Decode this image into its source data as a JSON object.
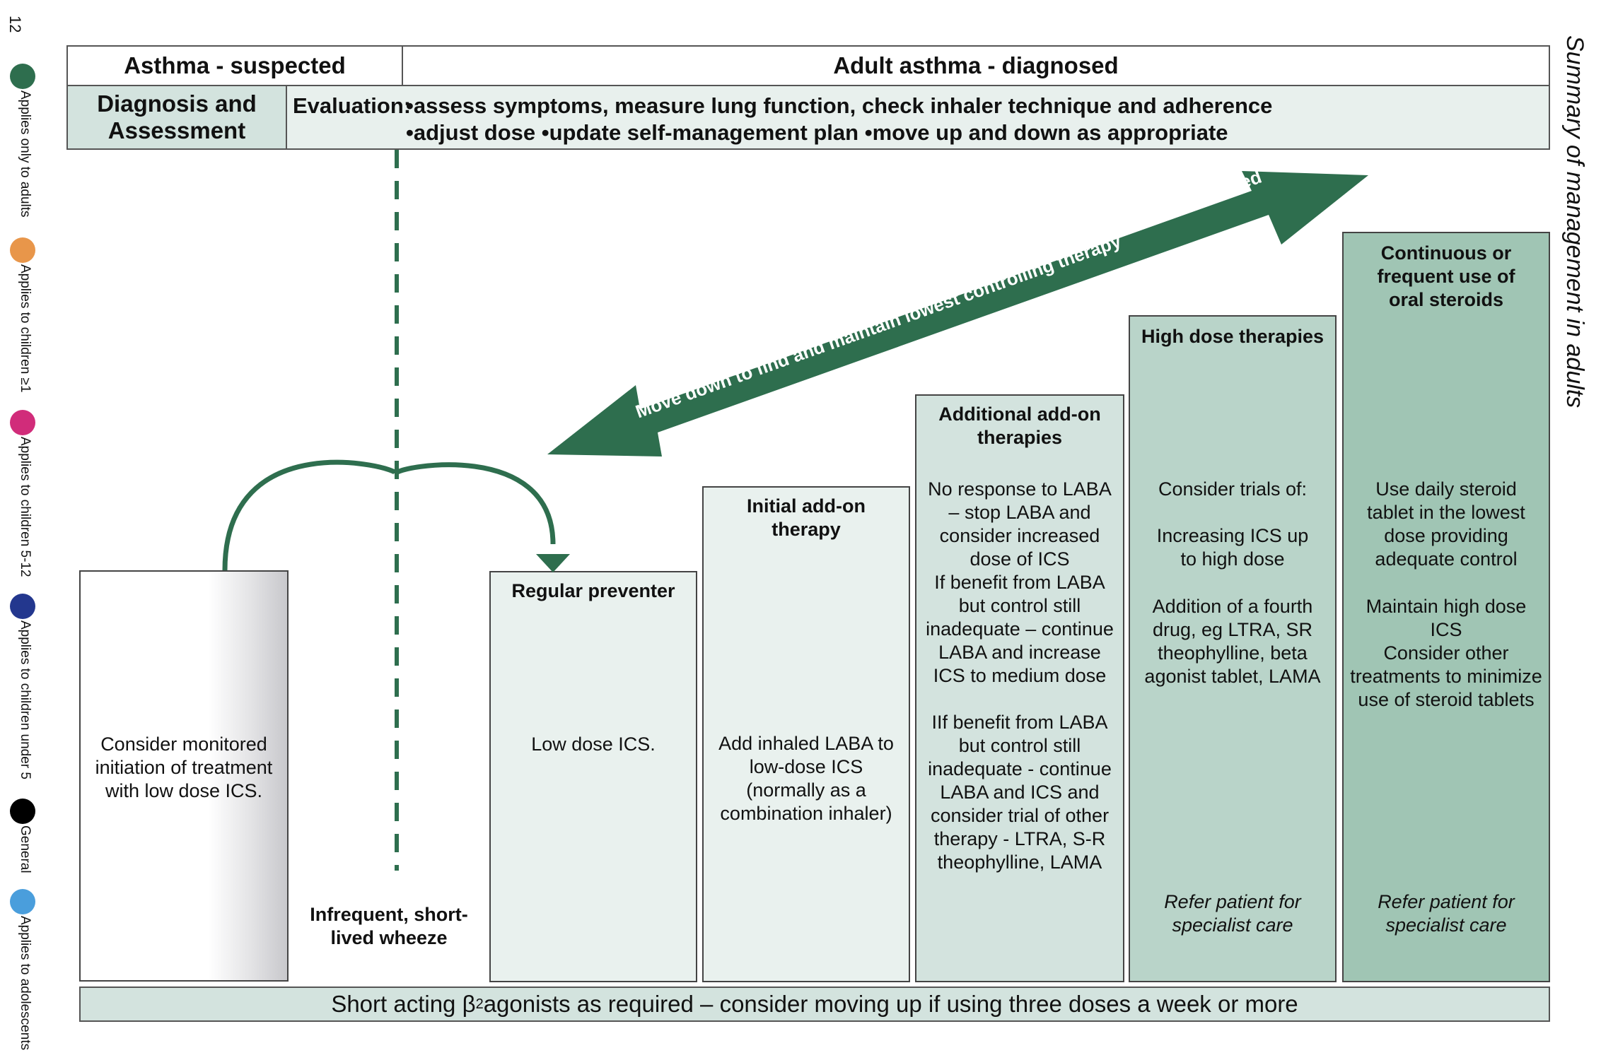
{
  "page_number": "12",
  "side_title": "Summary of management in adults",
  "legend": [
    {
      "label": "Applies only to adults",
      "color": "#2e6e4e",
      "icon": "green-dot-icon"
    },
    {
      "label": "Applies to children ≥1",
      "color": "#e8964a",
      "icon": "orange-dot-icon"
    },
    {
      "label": "Applies to children 5-12",
      "color": "#d12c7a",
      "icon": "pink-dot-icon"
    },
    {
      "label": "Applies to children under 5",
      "color": "#23378e",
      "icon": "navy-dot-icon"
    },
    {
      "label": "General",
      "color": "#000000",
      "icon": "black-dot-icon"
    },
    {
      "label": "Applies to adolescents",
      "color": "#4a9edc",
      "icon": "blue-dot-icon"
    }
  ],
  "header": {
    "suspected": "Asthma - suspected",
    "diagnosed": "Adult asthma - diagnosed",
    "diagnosis_assessment": "Diagnosis and Assessment",
    "evaluation_label": "Evaluation:",
    "evaluation_line1": "•assess symptoms, measure lung function, check inhaler technique and adherence",
    "evaluation_line2": "•adjust dose •update self-management plan •move up and down as appropriate"
  },
  "arrow": {
    "up_text": "Move up to improve control as needed",
    "down_text": "Move down to find and maintain lowest controlling therapy",
    "color": "#2e6e4e"
  },
  "steps": {
    "monitored": {
      "body": "Consider monitored initiation of treatment with low dose ICS."
    },
    "wheeze": "Infrequent, short-lived wheeze",
    "preventer": {
      "title": "Regular preventer",
      "body": "Low dose ICS."
    },
    "initial": {
      "title": "Initial add-on therapy",
      "body": "Add inhaled LABA to low-dose ICS (normally as a combination inhaler)"
    },
    "additional": {
      "title": "Additional add-on therapies",
      "body1": "No response to LABA – stop LABA and consider increased dose of ICS",
      "body2": "If benefit from LABA but control still inadequate – continue LABA and increase ICS to medium dose",
      "body3": "IIf  benefit from LABA but control still inadequate  -  continue LABA and ICS and consider trial of other therapy - LTRA, S-R theophylline, LAMA"
    },
    "high": {
      "title": "High dose therapies",
      "body1": "Consider trials of:",
      "body2": "Increasing ICS up to high dose",
      "body3": "Addition of a fourth drug, eg LTRA, SR theophylline, beta agonist tablet, LAMA",
      "refer": "Refer patient for specialist care"
    },
    "oral": {
      "title": "Continuous or frequent use of oral steroids",
      "body1": "Use daily steroid tablet in the lowest dose providing adequate control",
      "body2": "Maintain high dose ICS",
      "body3": "Consider other treatments to minimize use of steroid tablets",
      "refer": "Refer patient for specialist care"
    }
  },
  "saba": {
    "prefix": "Short acting β",
    "subscript": "2",
    "suffix": " agonists as required – consider moving up if using three doses a week or more"
  }
}
